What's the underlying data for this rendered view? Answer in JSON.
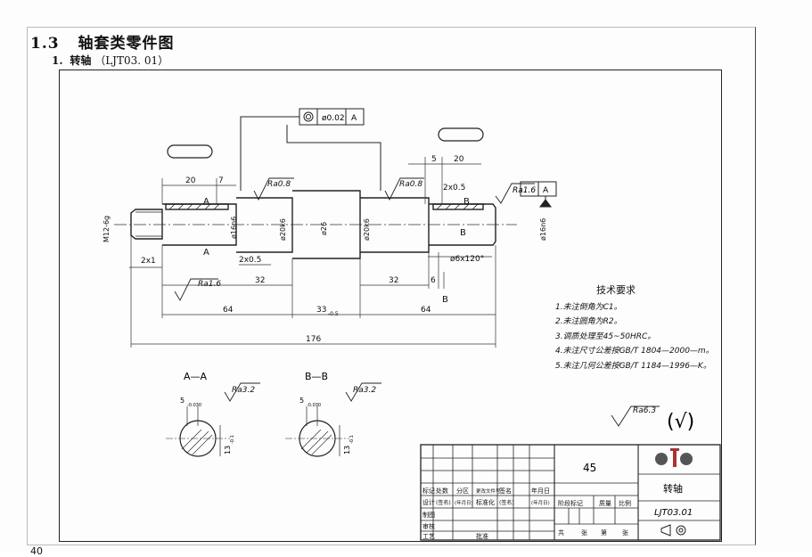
{
  "header": {
    "section": "1.3",
    "title": "轴套类零件图"
  },
  "subheader": {
    "number": "1.",
    "name": "转轴",
    "code": "（LJT03. 01）"
  },
  "page_number": "40",
  "drawing": {
    "tol_frame": {
      "value": "ø0.02",
      "datum": "A"
    },
    "datum_frame": {
      "label": "Ra1.6",
      "datum": "A"
    },
    "roughness": [
      "Ra0.8",
      "Ra0.8",
      "Ra1.6",
      "Ra1.6",
      "Ra3.2",
      "Ra3.2",
      "Ra6.3"
    ],
    "dims": {
      "d1": "20",
      "d2": "7",
      "d3": "5",
      "d4": "20",
      "d5": "2x0.5",
      "d6": "2x1",
      "d7": "2x0.5",
      "d8": "32",
      "d9": "32",
      "d10": "6",
      "d11": "64",
      "d12": "64",
      "d13": "176",
      "d14": "ø6x120°",
      "thread": "M12-6g",
      "dia1": "ø16n6",
      "dia2": "ø20k6",
      "dia3": "ø26",
      "dia4": "ø20k6",
      "dia5": "ø16n6",
      "center": "33",
      "center_tol": "-0.5"
    },
    "section_labels": {
      "a1": "A",
      "a2": "A",
      "b1": "B",
      "b2": "B",
      "b3": "B"
    },
    "section_aa": {
      "title": "A—A",
      "width": "5",
      "width_tol": "-0.030",
      "depth": "13",
      "depth_tol": "-0.1"
    },
    "section_bb": {
      "title": "B—B",
      "width": "5",
      "width_tol": "-0.030",
      "depth": "13",
      "depth_tol": "-0.1"
    },
    "general_mark": "(√)"
  },
  "tech_requirements": {
    "title": "技术要求",
    "items": [
      "1.未注倒角为C1。",
      "2.未注圆角为R2。",
      "3.调质处理至45~50HRC。",
      "4.未注尺寸公差按GB/T 1804—2000—m。",
      "5.未注几何公差按GB/T 1184—1996—K。"
    ]
  },
  "title_block": {
    "material": "45",
    "part_name": "转轴",
    "part_code": "LJT03.01",
    "labels": {
      "biaoji": "标记",
      "chushu": "处数",
      "fenqu": "分区",
      "genggai": "更改文件号",
      "qianming": "签名",
      "nianyueri": "年月日",
      "sheji": "设计",
      "qm": "(签名)",
      "nyr": "(年月日)",
      "biaozhunhua": "标准化",
      "qm2": "(签名)",
      "nyr2": "(年月日)",
      "zhitu": "制图",
      "shenhe": "审核",
      "gongyi": "工艺",
      "pizhun": "批准",
      "jieduan": "阶段标记",
      "zhiliang": "质量",
      "bili": "比例",
      "gong": "共",
      "zhang": "张",
      "di": "第",
      "zhang2": "张"
    }
  }
}
